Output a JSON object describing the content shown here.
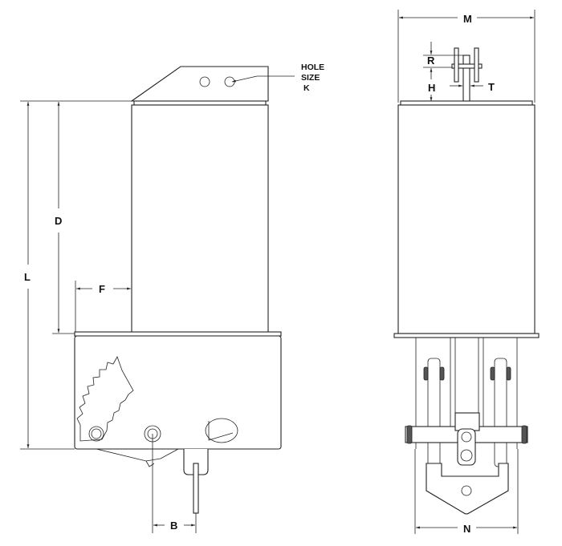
{
  "side_view": {
    "dimensions": {
      "L": "L",
      "D": "D",
      "F": "F",
      "B": "B"
    },
    "hole_note": {
      "line1": "HOLE",
      "line2": "SIZE",
      "line3": "K"
    }
  },
  "end_view": {
    "dimensions": {
      "M": "M",
      "N": "N",
      "R": "R",
      "H": "H",
      "T": "T"
    }
  },
  "colors": {
    "line": "#222222",
    "background": "#ffffff"
  }
}
